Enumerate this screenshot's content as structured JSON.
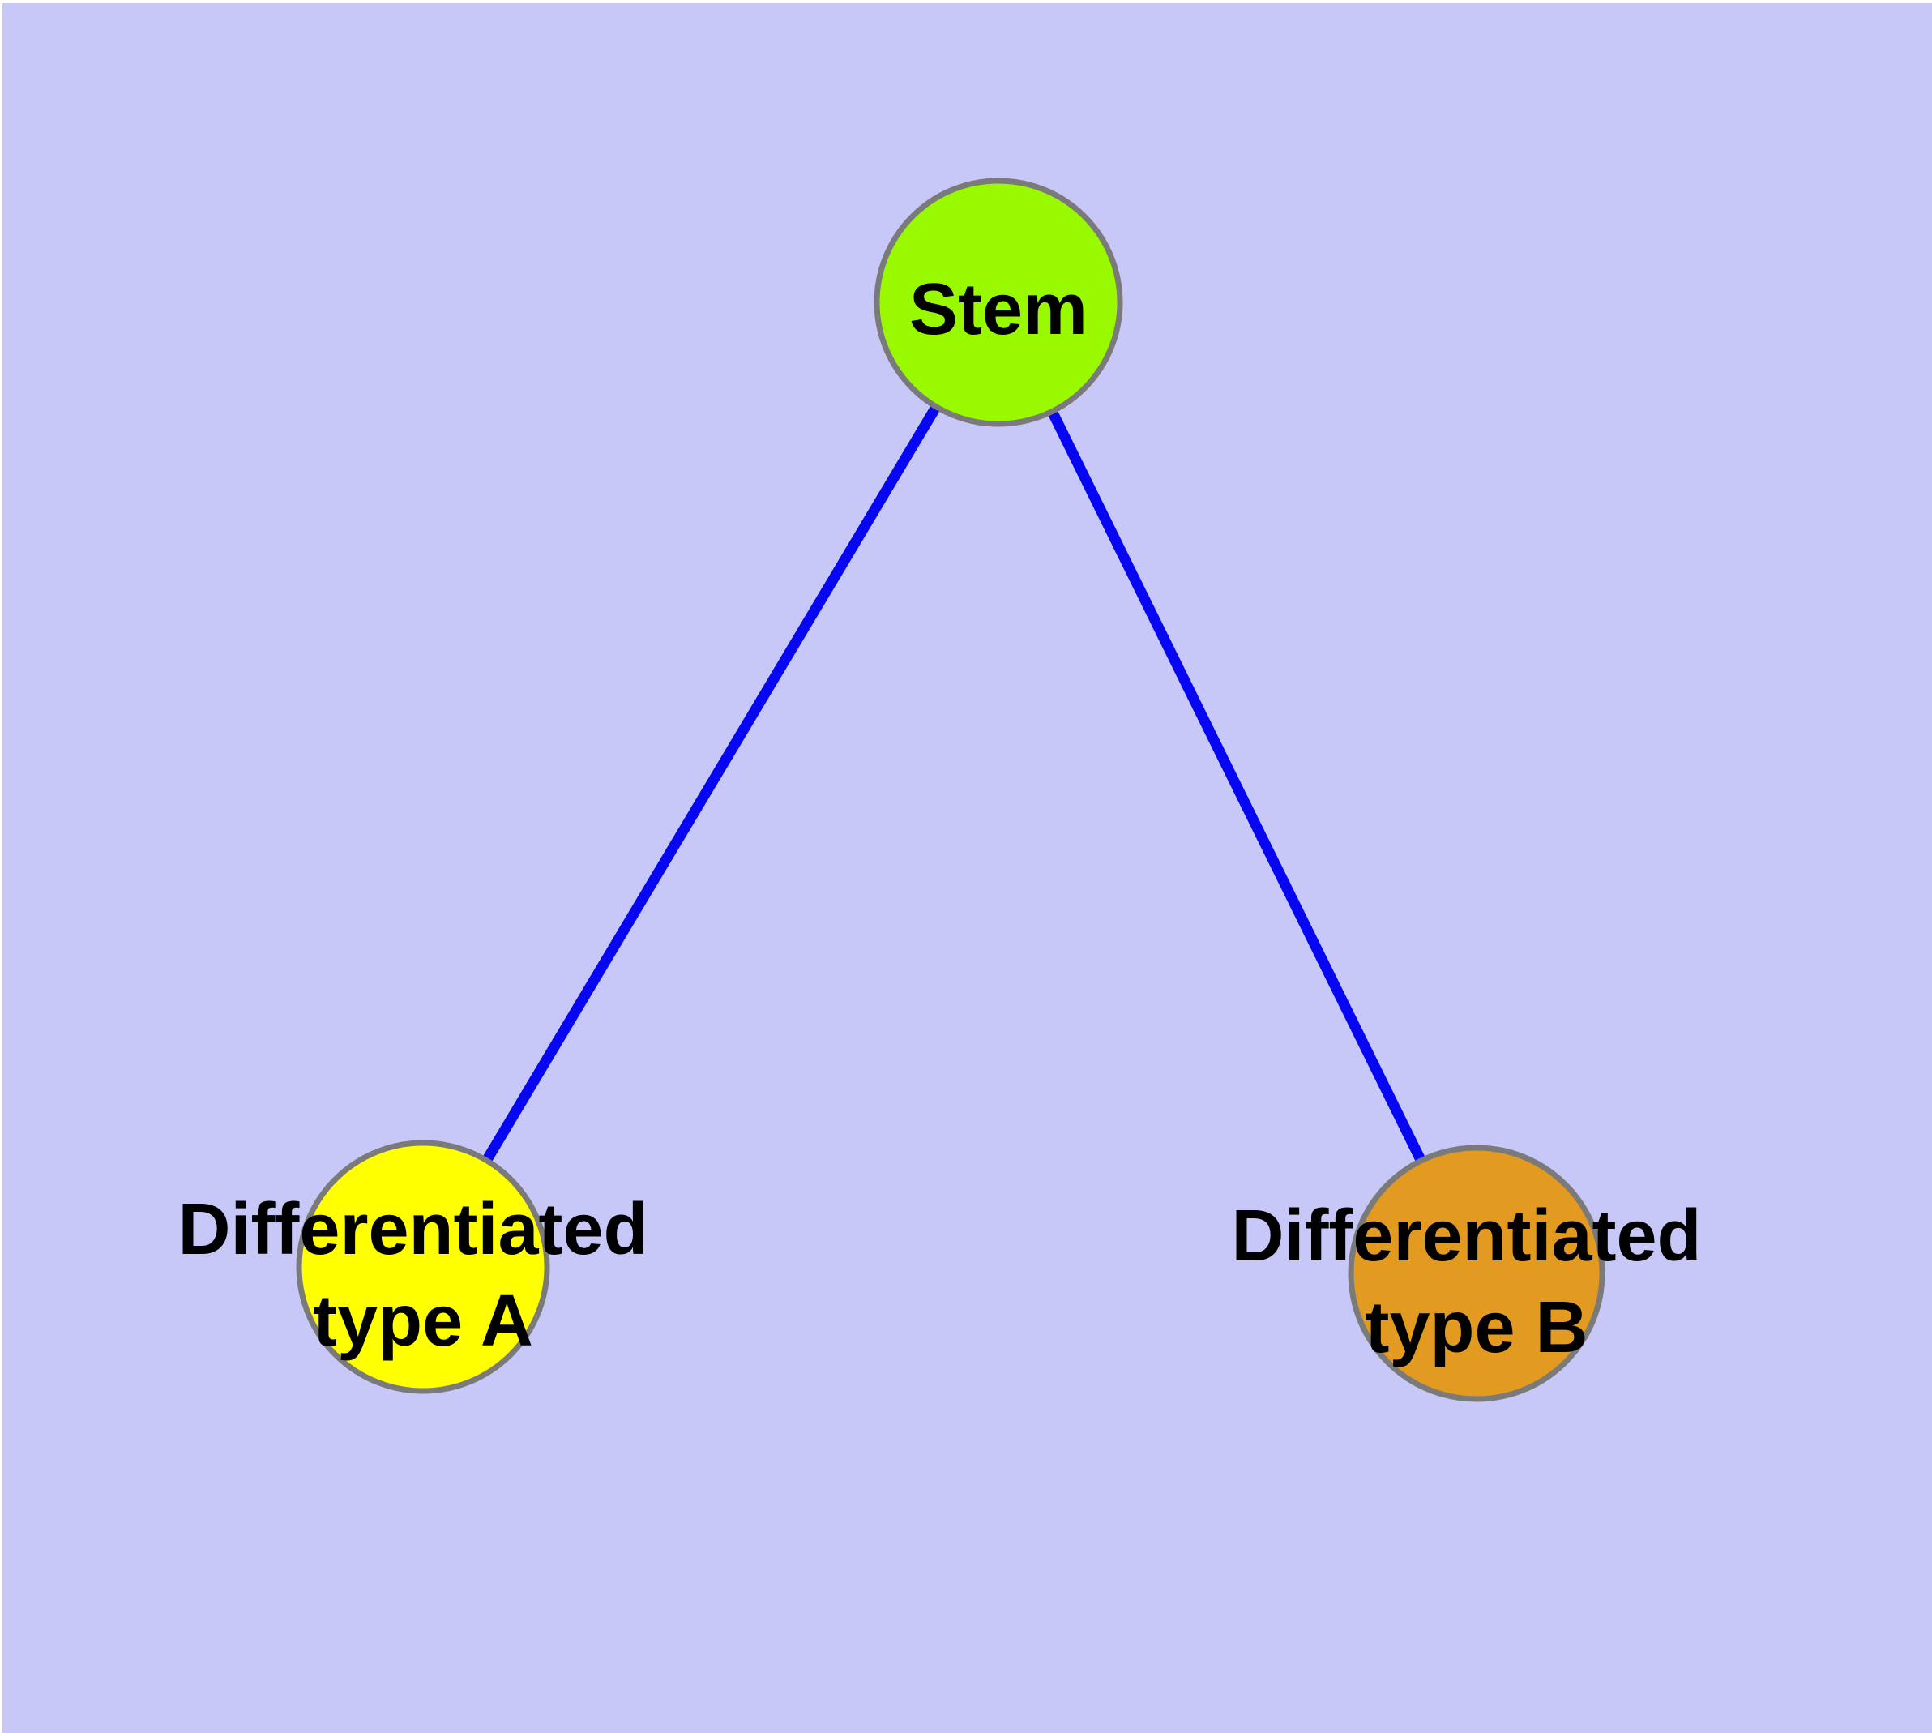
{
  "diagram": {
    "type": "graph",
    "description": "Cell differentiation tree: one stem node linked to two differentiated nodes",
    "nodes": {
      "stem": {
        "label": "Stem",
        "fill": "#99fa00"
      },
      "type_a": {
        "line1": "Differentiated",
        "line2": "type A",
        "fill": "#ffff00"
      },
      "type_b": {
        "line1": "Differentiated",
        "line2": "type B",
        "fill": "#e29a20"
      }
    },
    "edges": [
      {
        "from": "Stem",
        "to": "Differentiated type A"
      },
      {
        "from": "Stem",
        "to": "Differentiated type B"
      }
    ]
  },
  "colors": {
    "page": "#ffffff",
    "background": "#c8c8f8",
    "node_border": "#7a7a7a",
    "edge": "#0606f2",
    "label": "#000000"
  }
}
